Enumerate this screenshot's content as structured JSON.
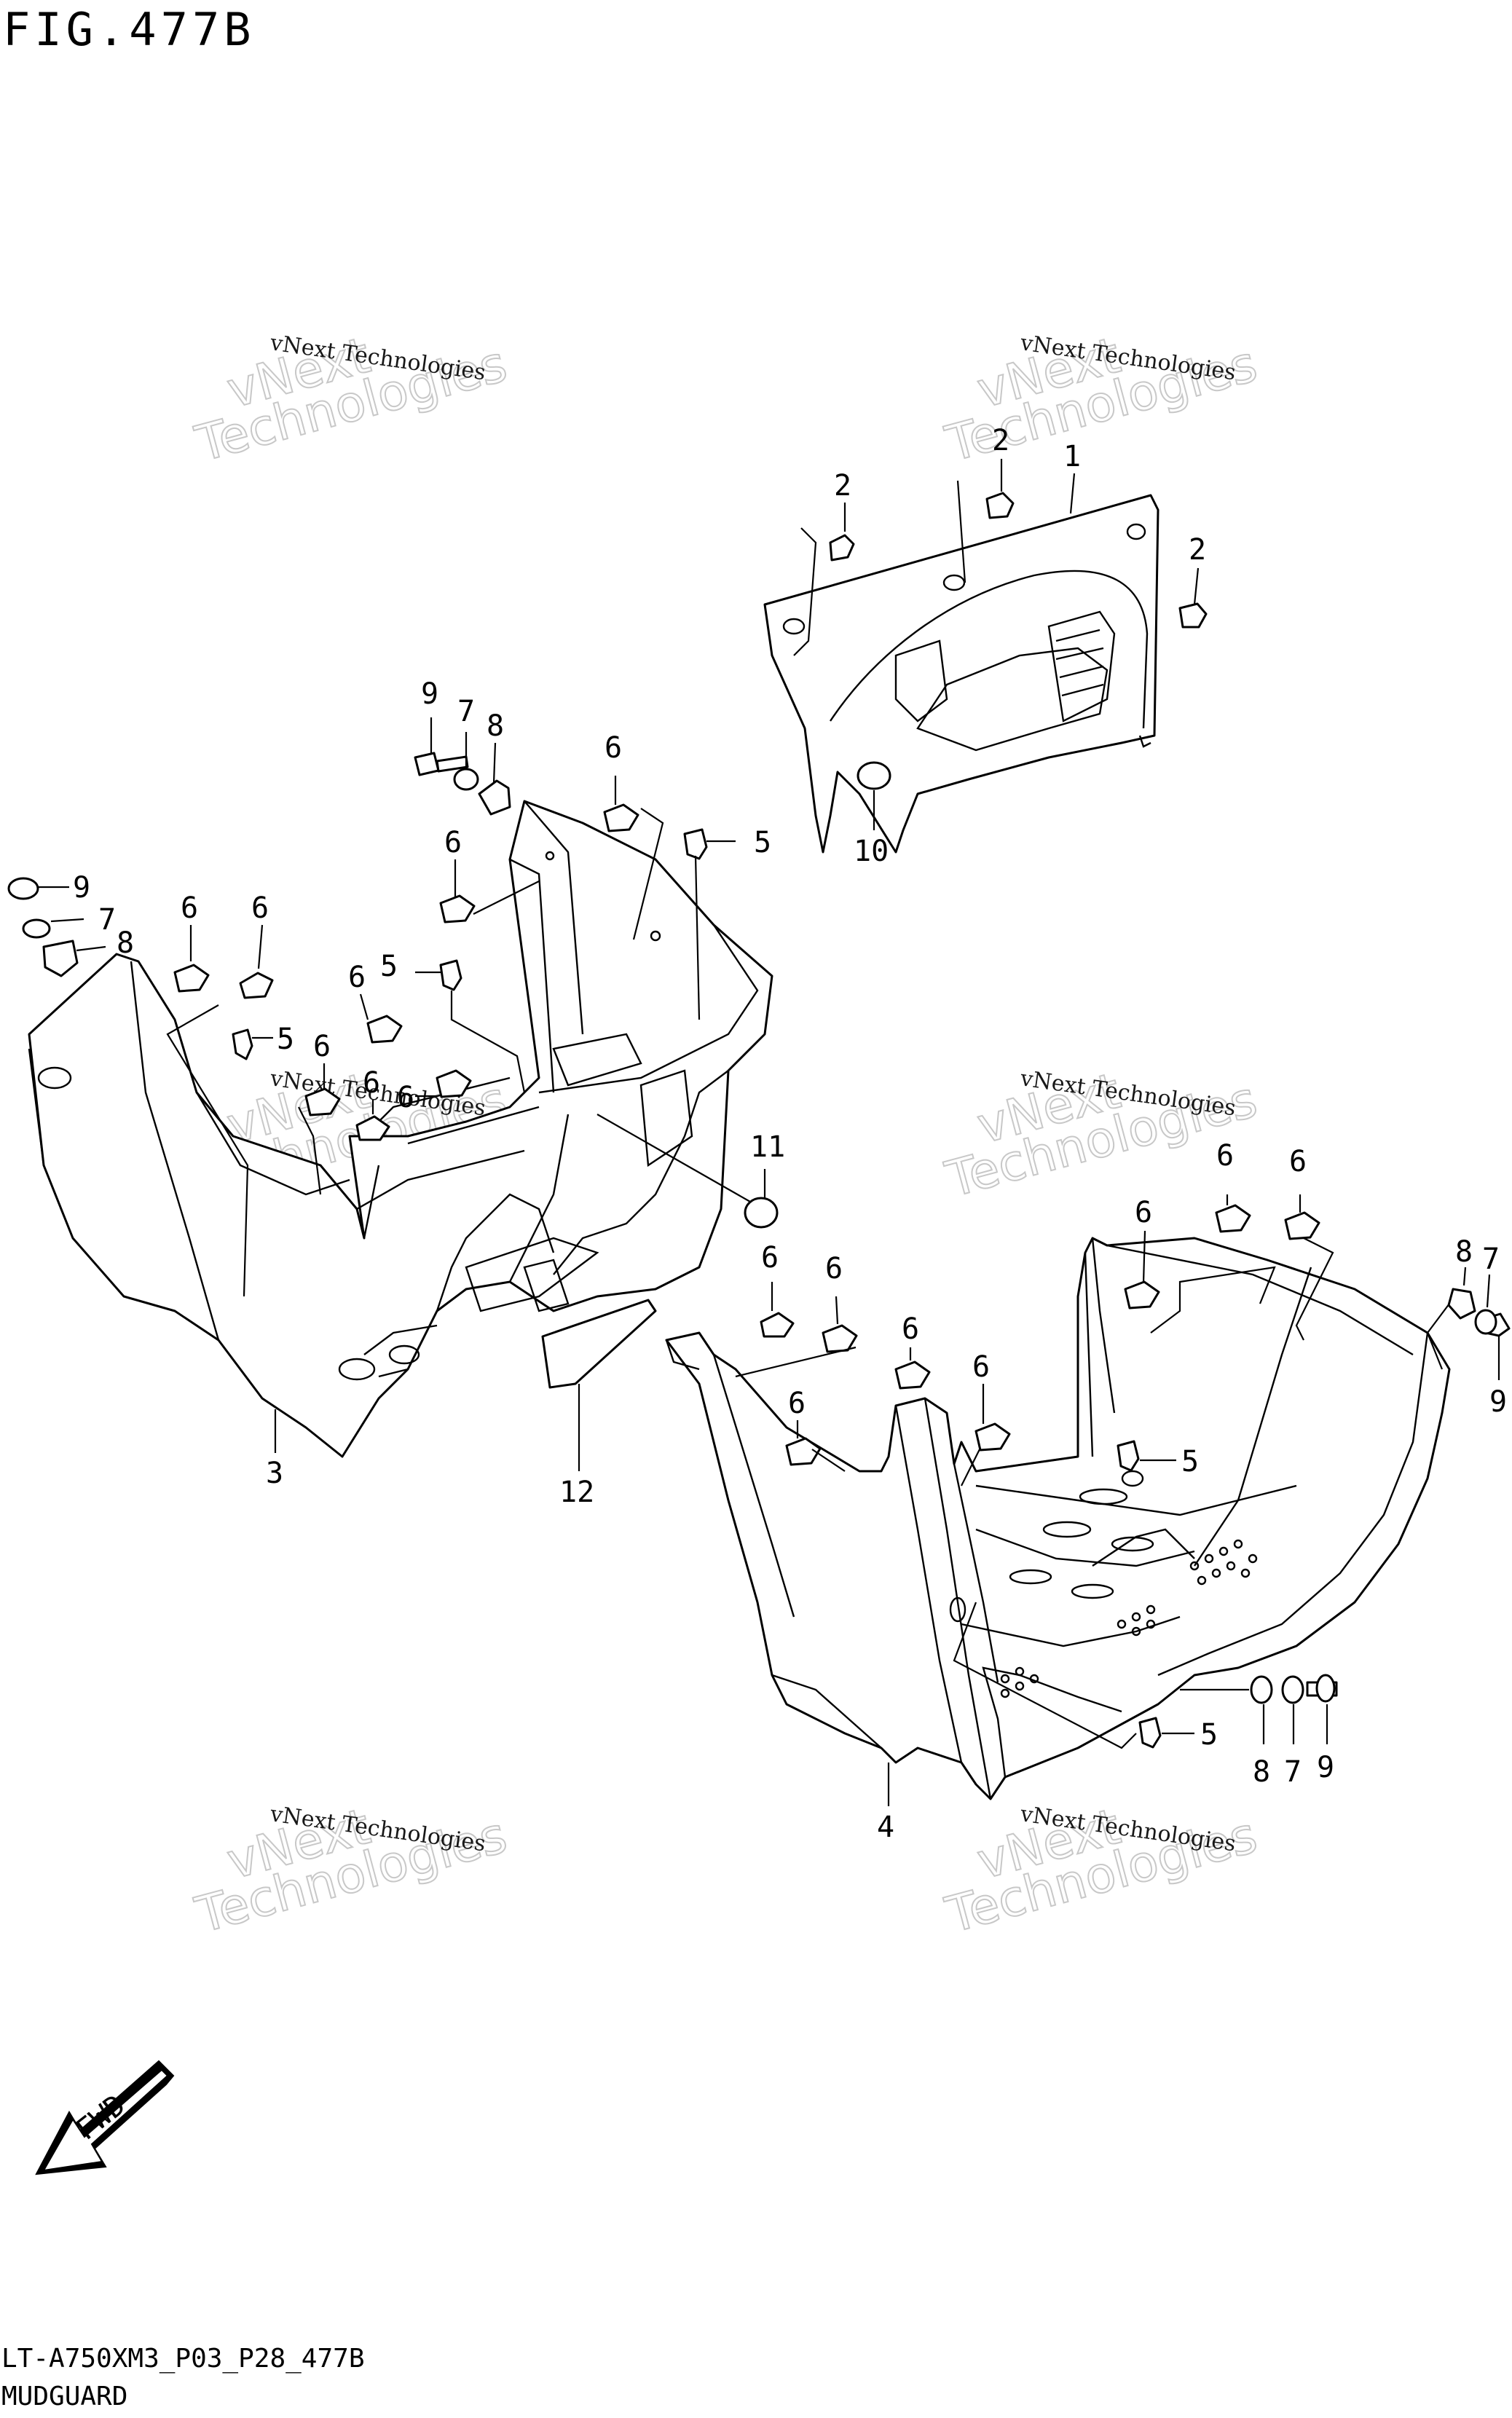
{
  "header": {
    "title": "FIG.477B"
  },
  "footer": {
    "code": "LT-A750XM3_P03_P28_477B",
    "name": "MUDGUARD"
  },
  "watermark": {
    "line1": "vNext",
    "line2": "Technologies",
    "small": "vNext Technologies"
  },
  "fwd": {
    "label": "FWD"
  },
  "callouts": {
    "c1": "1",
    "c2": "2",
    "c3": "3",
    "c4": "4",
    "c5": "5",
    "c6": "6",
    "c7": "7",
    "c8": "8",
    "c9": "9",
    "c10": "10",
    "c11": "11",
    "c12": "12"
  }
}
